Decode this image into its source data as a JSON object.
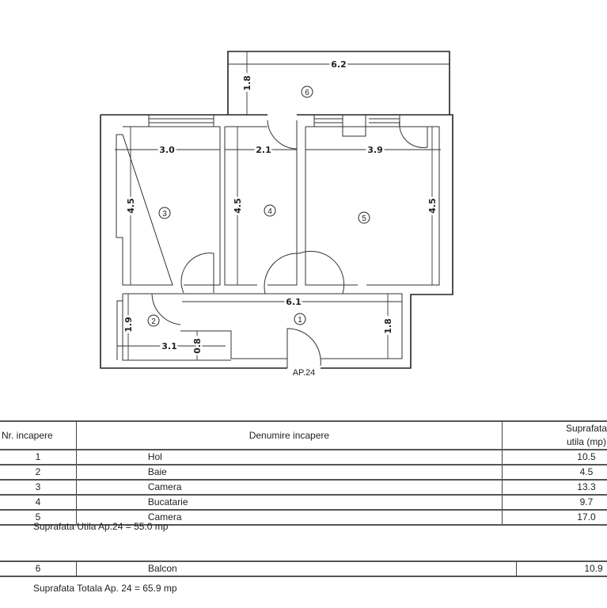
{
  "plan": {
    "apartment_label": "AP.24",
    "rooms": [
      "1",
      "2",
      "3",
      "4",
      "5",
      "6"
    ],
    "dimensions": {
      "balcony_width": "6.2",
      "balcony_depth": "1.8",
      "room3_width": "3.0",
      "room3_depth": "4.5",
      "room4_width": "2.1",
      "room4_depth": "4.5",
      "room5_width": "3.9",
      "room5_depth": "4.5",
      "hall_width": "6.1",
      "hall_depth": "1.8",
      "bath_depth": "1.9",
      "bath_width": "3.1",
      "bath_niche": "0.8"
    }
  },
  "table": {
    "headers": [
      "Nr. incapere",
      "Denumire incapere",
      "Suprafata utila (mp)"
    ],
    "rows": [
      {
        "nr": "1",
        "name": "Hol",
        "area": "10.5"
      },
      {
        "nr": "2",
        "name": "Baie",
        "area": "4.5"
      },
      {
        "nr": "3",
        "name": "Camera",
        "area": "13.3"
      },
      {
        "nr": "4",
        "name": "Bucatarie",
        "area": "9.7"
      },
      {
        "nr": "5",
        "name": "Camera",
        "area": "17.0"
      }
    ],
    "useful_total": "Suprafata Utila  Ap.24 =  55.0 mp",
    "balcony_row": {
      "nr": "6",
      "name": "Balcon",
      "area": "10.9"
    },
    "grand_total": "Suprafata Totala  Ap. 24 =  65.9 mp"
  }
}
